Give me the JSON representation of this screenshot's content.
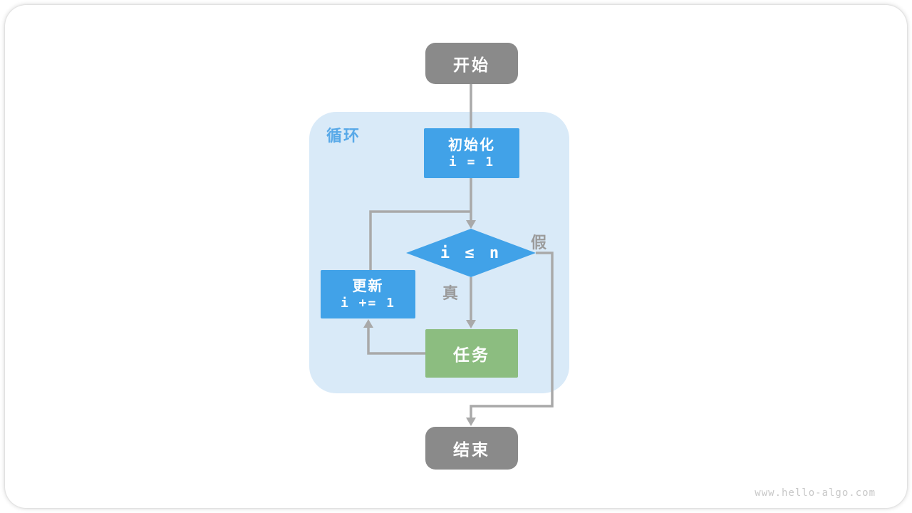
{
  "page": {
    "watermark": "www.hello-algo.com"
  },
  "diagram": {
    "loop_label": "循环",
    "nodes": {
      "start": {
        "label": "开始"
      },
      "init": {
        "title": "初始化",
        "code": "i = 1"
      },
      "cond": {
        "label": "i ≤ n"
      },
      "update": {
        "title": "更新",
        "code": "i += 1"
      },
      "task": {
        "label": "任务"
      },
      "end": {
        "label": "结束"
      }
    },
    "edge_labels": {
      "true": "真",
      "false": "假"
    }
  },
  "colors": {
    "blue": "#41A2E8",
    "green": "#8CBD80",
    "gray-node": "#8A8A8A",
    "loop-bg": "#D9EAF8",
    "loop-label": "#58A9E8",
    "arrow": "#A9A9A9",
    "edge-label": "#9B9B9B",
    "watermark": "#C8C8C8"
  }
}
